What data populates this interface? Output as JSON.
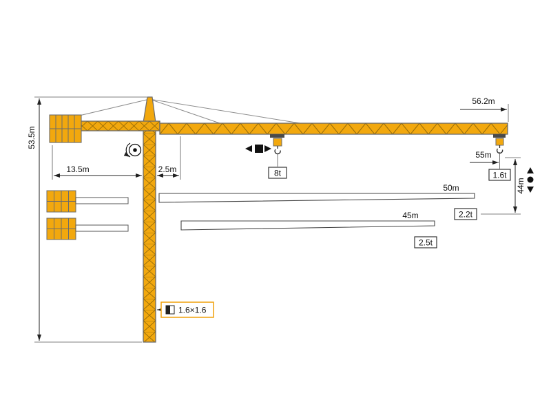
{
  "diagram": {
    "type": "tower-crane-working-range-diagram",
    "colors": {
      "crane_yellow": "#F2A80E",
      "crane_lattice": "#9a6e08",
      "crane_outline": "#6b6b6b",
      "dimension_line": "#222222",
      "label_text": "#111111",
      "section_box_border": "#F0A10A",
      "bar_fill": "#ffffff"
    },
    "labels": {
      "tower_height": "53.5m",
      "counterjib_radius": "13.5m",
      "jib_root_offset": "2.5m",
      "max_radius": "56.2m",
      "tip_radius": "55m",
      "hook_height": "44m",
      "jib_length_50": "50m",
      "jib_length_45": "45m",
      "tower_section": "1.6×1.6"
    },
    "capacities": {
      "max_load": "8t",
      "tip_load_56m": "1.6t",
      "tip_load_50m": "2.2t",
      "tip_load_45m": "2.5t"
    },
    "symbols": {
      "slewing": "slewing-rotation-symbol",
      "trolley_travel": "trolley-travel-arrows",
      "hook_travel": "hook-up-down-arrows",
      "tower_section_icon": "square-section-icon"
    }
  }
}
